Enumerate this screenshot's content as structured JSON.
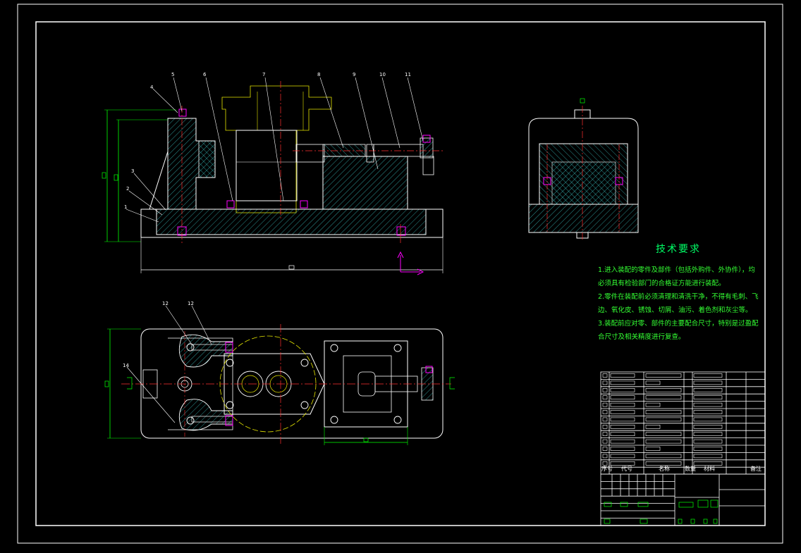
{
  "balloons": [
    "1",
    "2",
    "3",
    "4",
    "5",
    "6",
    "7",
    "8",
    "9",
    "10",
    "11",
    "12",
    "12",
    "14"
  ],
  "tech_requirements": {
    "title": "技术要求",
    "lines": [
      "1.进入装配的零件及部件（包括外购件、外协件），均",
      "必须具有检验部门的合格证方能进行装配。",
      "2.零件在装配前必须清理和清洗干净，不得有毛刺、飞",
      "边、氧化皮、锈蚀、切屑、油污、着色剂和灰尘等。",
      "3.装配前应对零、部件的主要配合尺寸，特别是过盈配",
      "合尺寸及相关精度进行复查。"
    ]
  },
  "title_block": {
    "col_seq": "序号",
    "col_code": "代号",
    "col_name": "名称",
    "col_qty": "数量",
    "col_material": "材料",
    "col_remark": "备注"
  },
  "colors": {
    "frame": "#ffffff",
    "part_outline": "#ffffff",
    "hatch": "#55ffff",
    "leader": "#ffffff",
    "centerline": "#ff3030",
    "dimension": "#00ff00",
    "phantom": "#ffff00",
    "bolt": "#ff00ff",
    "text": "#33ff33"
  }
}
